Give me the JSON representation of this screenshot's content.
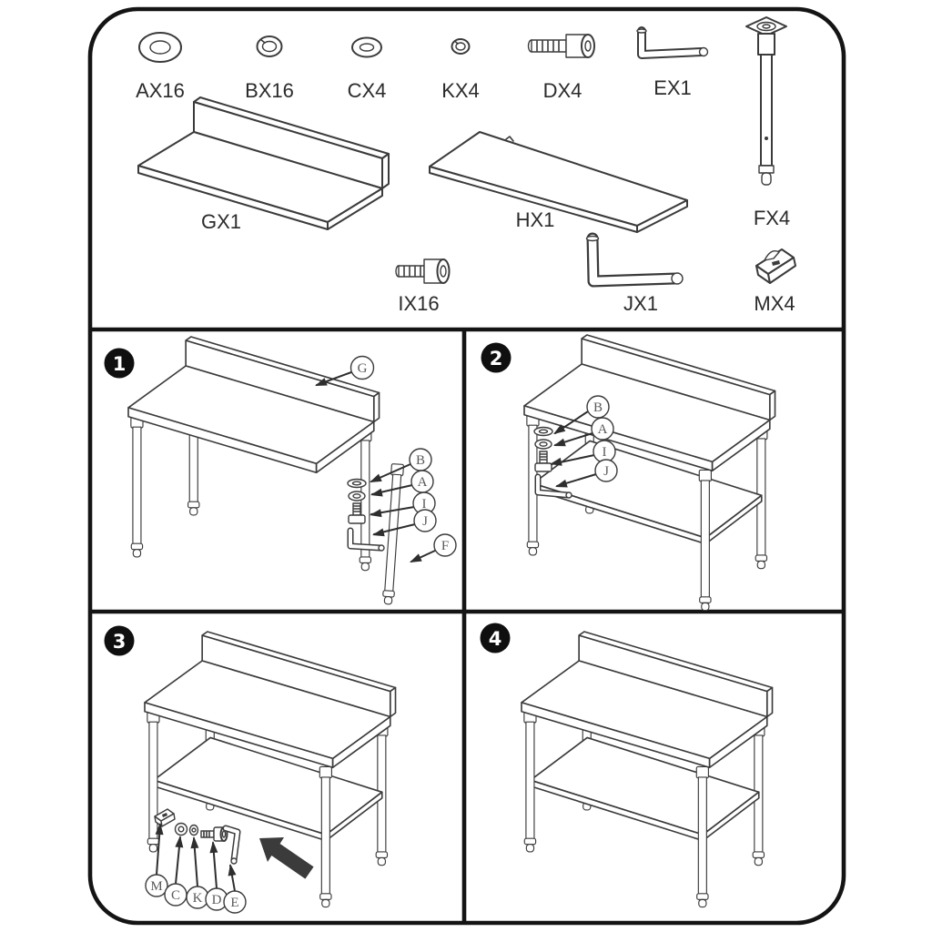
{
  "document": {
    "kind": "assembly-instruction-sheet",
    "subject": "work table with backsplash and undershelf"
  },
  "colors": {
    "line_art": "#3b3b3b",
    "frame": "#141414",
    "background": "#ffffff",
    "badge_fill": "#0f0f0f",
    "badge_number": "#ffffff"
  },
  "parts": [
    {
      "label": "AX16",
      "icon": "large-flat-washer-icon"
    },
    {
      "label": "BX16",
      "icon": "lock-washer-icon"
    },
    {
      "label": "CX4",
      "icon": "flat-washer-icon"
    },
    {
      "label": "KX4",
      "icon": "small-lock-washer-icon"
    },
    {
      "label": "DX4",
      "icon": "socket-head-bolt-icon"
    },
    {
      "label": "EX1",
      "icon": "hex-key-icon"
    },
    {
      "label": "FX4",
      "icon": "table-leg-icon"
    },
    {
      "label": "GX1",
      "icon": "tabletop-with-backsplash-icon"
    },
    {
      "label": "HX1",
      "icon": "undershelf-panel-icon"
    },
    {
      "label": "IX16",
      "icon": "socket-head-bolt-short-icon"
    },
    {
      "label": "JX1",
      "icon": "hex-key-large-icon"
    },
    {
      "label": "MX4",
      "icon": "shelf-clip-icon"
    }
  ],
  "steps": [
    {
      "number": "1",
      "callouts": [
        "G",
        "B",
        "A",
        "I",
        "J",
        "F"
      ]
    },
    {
      "number": "2",
      "callouts": [
        "B",
        "A",
        "I",
        "J"
      ]
    },
    {
      "number": "3",
      "callouts": [
        "M",
        "C",
        "K",
        "D",
        "E"
      ]
    },
    {
      "number": "4",
      "callouts": []
    }
  ]
}
